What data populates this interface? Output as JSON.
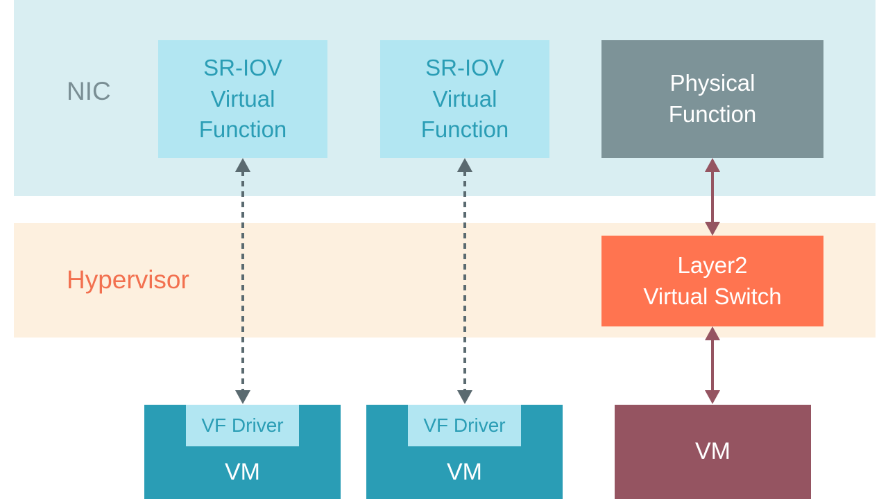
{
  "layers": {
    "nic": {
      "label": "NIC"
    },
    "hypervisor": {
      "label": "Hypervisor"
    }
  },
  "boxes": {
    "vf1": {
      "label": "SR-IOV\nVirtual\nFunction"
    },
    "vf2": {
      "label": "SR-IOV\nVirtual\nFunction"
    },
    "pf": {
      "label": "Physical\nFunction"
    },
    "switch": {
      "label": "Layer2\nVirtual Switch"
    }
  },
  "vms": {
    "vm1": {
      "driver": "VF Driver",
      "label": "VM"
    },
    "vm2": {
      "driver": "VF Driver",
      "label": "VM"
    },
    "vm3": {
      "label": "VM"
    }
  },
  "colors": {
    "nic_band": "#d9eef2",
    "hypervisor_band": "#fdf0df",
    "nic_text": "#7a8e94",
    "hypervisor_text": "#f2704f",
    "vf_box": "#b2e6f2",
    "vf_text": "#2a9db5",
    "pf_box": "#7d9398",
    "switch_box": "#ff7450",
    "vm_teal": "#2a9db5",
    "vm_maroon": "#955461",
    "dashed_arrow": "#5a6a70",
    "solid_arrow": "#955461",
    "white_text": "#ffffff"
  }
}
